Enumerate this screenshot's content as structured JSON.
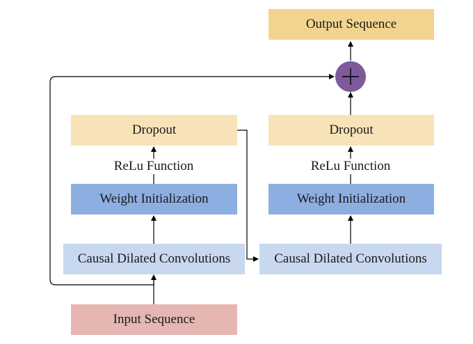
{
  "diagram": {
    "output": "Output Sequence",
    "input": "Input Sequence",
    "left_block": {
      "dropout": "Dropout",
      "activation": "ReLu Function",
      "weight_init": "Weight Initialization",
      "conv": "Causal Dilated Convolutions"
    },
    "right_block": {
      "dropout": "Dropout",
      "activation": "ReLu Function",
      "weight_init": "Weight Initialization",
      "conv": "Causal Dilated Convolutions"
    },
    "sum_node": "plus-icon"
  },
  "colors": {
    "output_fill": "#f3d48f",
    "input_fill": "#e6b7b2",
    "dropout_fill": "#f8e3b8",
    "weight_fill": "#8caee0",
    "conv_fill": "#c7d8ef",
    "sum_fill": "#7e5a9b",
    "line": "#000000"
  }
}
